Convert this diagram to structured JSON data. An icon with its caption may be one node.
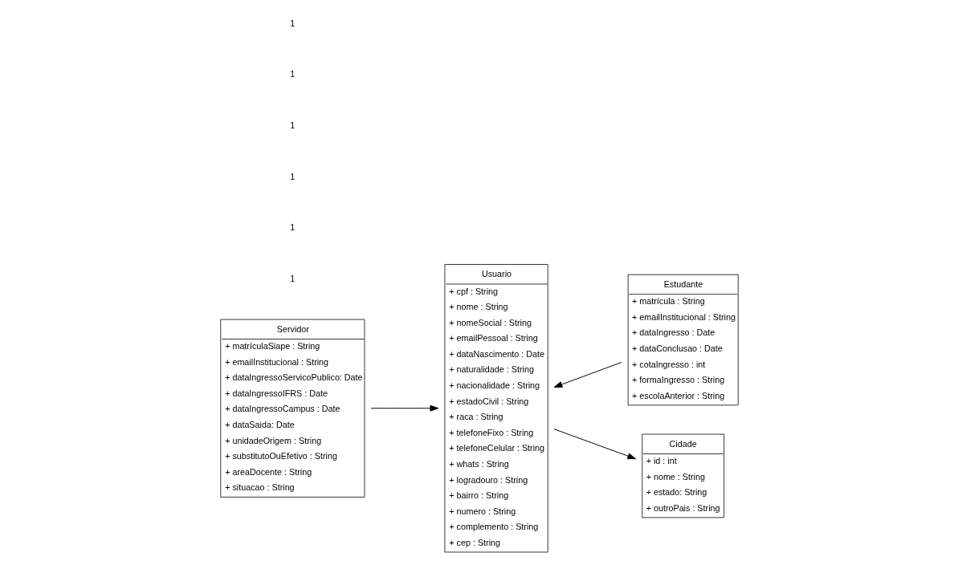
{
  "diagram": {
    "nodes": [
      {
        "text": [
          "Servidor",
          "+ matrículaSiape : String",
          "+ emailInstitucional : String",
          "+ dataIngressoServicoPublico: Date",
          "+ dataIngressoIFRS : Date",
          "+ dataIngressoCampus : Date",
          "+ dataSaida: Date",
          "+ unidadeOrigem : String",
          "+ substitutoOuEfetivo : String",
          "+ areaDocente : String",
          "+ situacao : String"
        ]
      },
      {
        "text": [
          "Usuario",
          "+ cpf : String",
          "+ nome : String",
          "+ nomeSocial : String",
          "+ emailPessoal : String",
          "+ dataNascimento : Date",
          "+ naturalidade : String",
          "+ nacionalidade : String",
          "+ estadoCivil : String",
          "+ raca : String",
          "+ telefoneFixo : String",
          "+ telefoneCelular : String",
          "+ whats : String",
          "+ logradouro : String",
          "+ bairro : String",
          "+ numero : String",
          "+ complemento : String",
          "+ cep : String"
        ]
      },
      {
        "text": [
          "Estudante",
          "+ matrícula : String",
          "+ emailInstitucional : String",
          "+ dataIngresso : Date",
          "+ dataConclusao : Date",
          "+ cotaIngresso : int",
          "+ formaIngresso : String",
          "+ escolaAnterior : String"
        ]
      },
      {
        "text": [
          "Cidade",
          "+ id : int",
          "+ nome : String",
          "+ estado: String",
          "+ outroPais : String"
        ]
      }
    ],
    "edges": [
      {
        "from": 0,
        "to": 1,
        "arrow": "to"
      },
      {
        "from": 2,
        "to": 1,
        "arrow": "to"
      },
      {
        "from": 1,
        "to": 3,
        "arrow": "to"
      }
    ],
    "labels": [
      "1",
      "1",
      "1",
      "1",
      "1",
      "1"
    ]
  }
}
